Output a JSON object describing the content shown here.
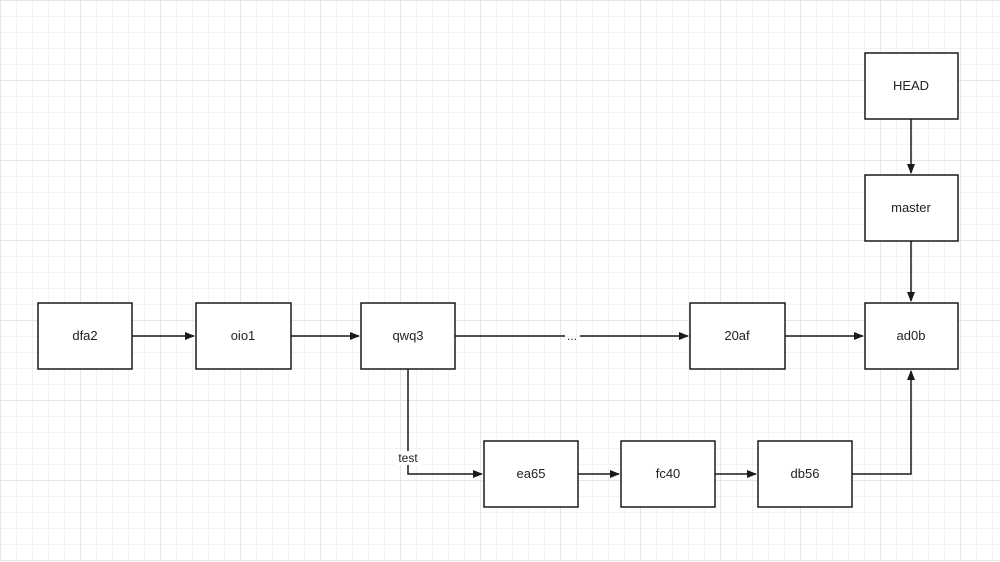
{
  "nodes": {
    "dfa2": "dfa2",
    "oio1": "oio1",
    "qwq3": "qwq3",
    "n20af": "20af",
    "ad0b": "ad0b",
    "head": "HEAD",
    "master": "master",
    "ea65": "ea65",
    "fc40": "fc40",
    "db56": "db56"
  },
  "labels": {
    "ellipsis": "...",
    "branch": "test"
  },
  "colors": {
    "stroke": "#1a1a1a",
    "grid_major": "#e6e6e6",
    "grid_minor": "#f3f3f3"
  }
}
